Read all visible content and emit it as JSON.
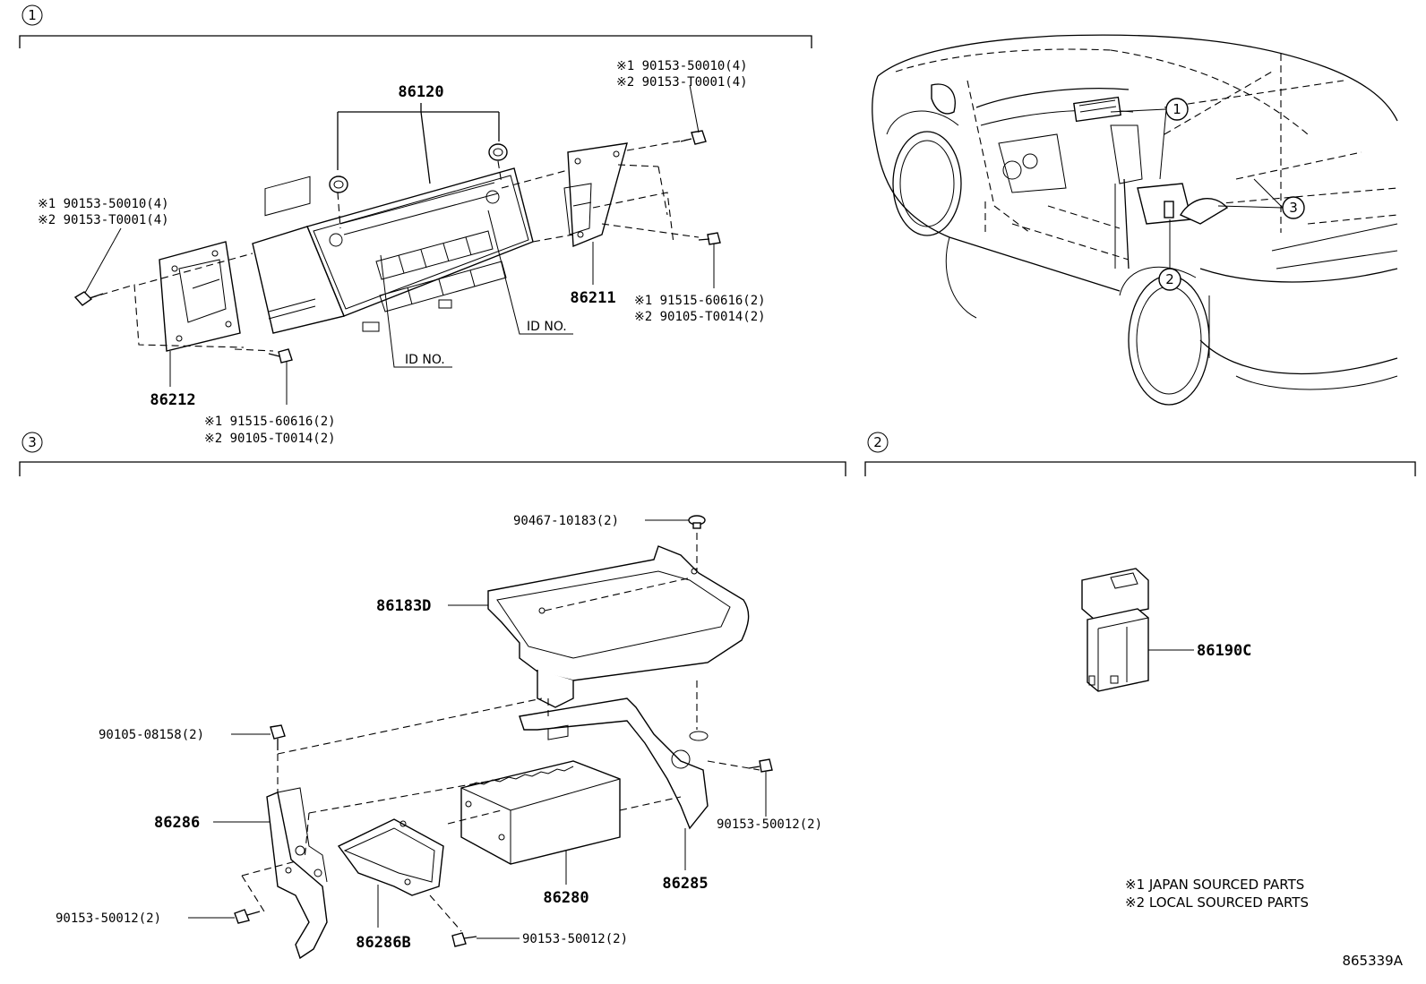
{
  "sections": [
    {
      "id": "1",
      "label": "1"
    },
    {
      "id": "2",
      "label": "2"
    },
    {
      "id": "3",
      "label": "3"
    }
  ],
  "parts": {
    "p86120": "86120",
    "p86211": "86211",
    "p86212": "86212",
    "p86183D": "86183D",
    "p86190C": "86190C",
    "p86286": "86286",
    "p86286B": "86286B",
    "p86280": "86280",
    "p86285": "86285"
  },
  "callouts": {
    "s1_right_top_a": "※1 90153-50010(4)",
    "s1_right_top_b": "※2 90153-T0001(4)",
    "s1_left_a": "※1 90153-50010(4)",
    "s1_left_b": "※2 90153-T0001(4)",
    "s1_right_mid_a": "※1 91515-60616(2)",
    "s1_right_mid_b": "※2 90105-T0014(2)",
    "s1_bottom_a": "※1 91515-60616(2)",
    "s1_bottom_b": "※2 90105-T0014(2)",
    "id_no_1": "ID NO.",
    "id_no_2": "ID NO.",
    "s3_clip": "90467-10183(2)",
    "s3_bolt_left": "90105-08158(2)",
    "s3_bolt_right": "90153-50012(2)",
    "s3_bolt_bottom_left": "90153-50012(2)",
    "s3_bolt_bottom": "90153-50012(2)"
  },
  "car_markers": [
    "1",
    "2",
    "3"
  ],
  "legend": {
    "line1": "※1 JAPAN SOURCED PARTS",
    "line2": "※2 LOCAL SOURCED PARTS"
  },
  "diagram_id": "865339A"
}
